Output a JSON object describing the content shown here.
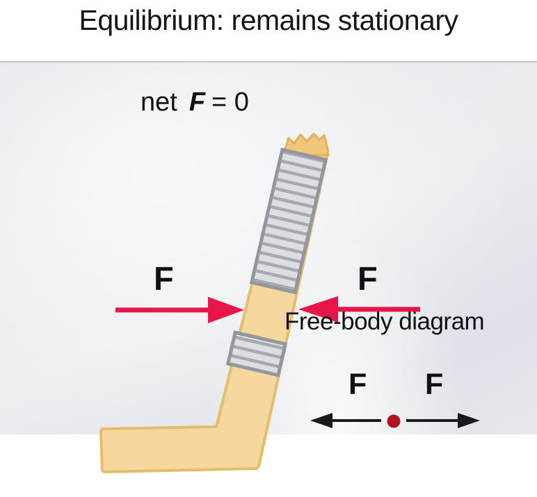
{
  "title": "Equilibrium: remains stationary",
  "equation": {
    "prefix": "net",
    "symbol": "F",
    "suffix": "= 0"
  },
  "forces": {
    "left_label": "F",
    "right_label": "F"
  },
  "free_body_diagram": {
    "heading": "Free-body diagram",
    "left_label": "F",
    "right_label": "F"
  },
  "colors": {
    "force_arrow_red": "#e6164a",
    "fbd_dot_red": "#b0141f",
    "fbd_arrow_black": "#1a1a1a",
    "stick_fill": "#f6d89e",
    "stick_border": "#e3bc6c",
    "broken_end_fill": "#f0c87a",
    "tape_fill": "#dcdee1",
    "tape_stripe": "#a6aaaf",
    "tape_border": "#93979d",
    "panel_gray": "#e4e7ec",
    "text_black": "#151515"
  }
}
